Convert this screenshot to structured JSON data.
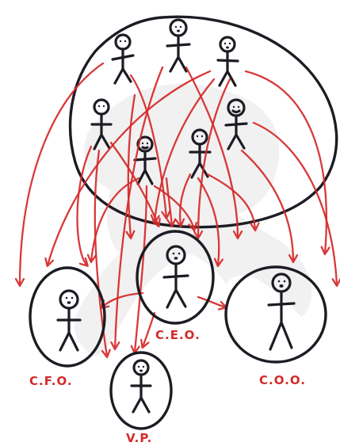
{
  "colors": {
    "ink": "#1c1c24",
    "arrow": "#d62b2b",
    "label": "#d42a2a",
    "paper": "#ffffff"
  },
  "groups": {
    "crowd": {
      "member_count": 7
    },
    "roles": [
      {
        "id": "ceo",
        "label": "C.E.O."
      },
      {
        "id": "cfo",
        "label": "C.F.O."
      },
      {
        "id": "coo",
        "label": "C.O.O."
      },
      {
        "id": "vp",
        "label": "V.P."
      }
    ]
  }
}
